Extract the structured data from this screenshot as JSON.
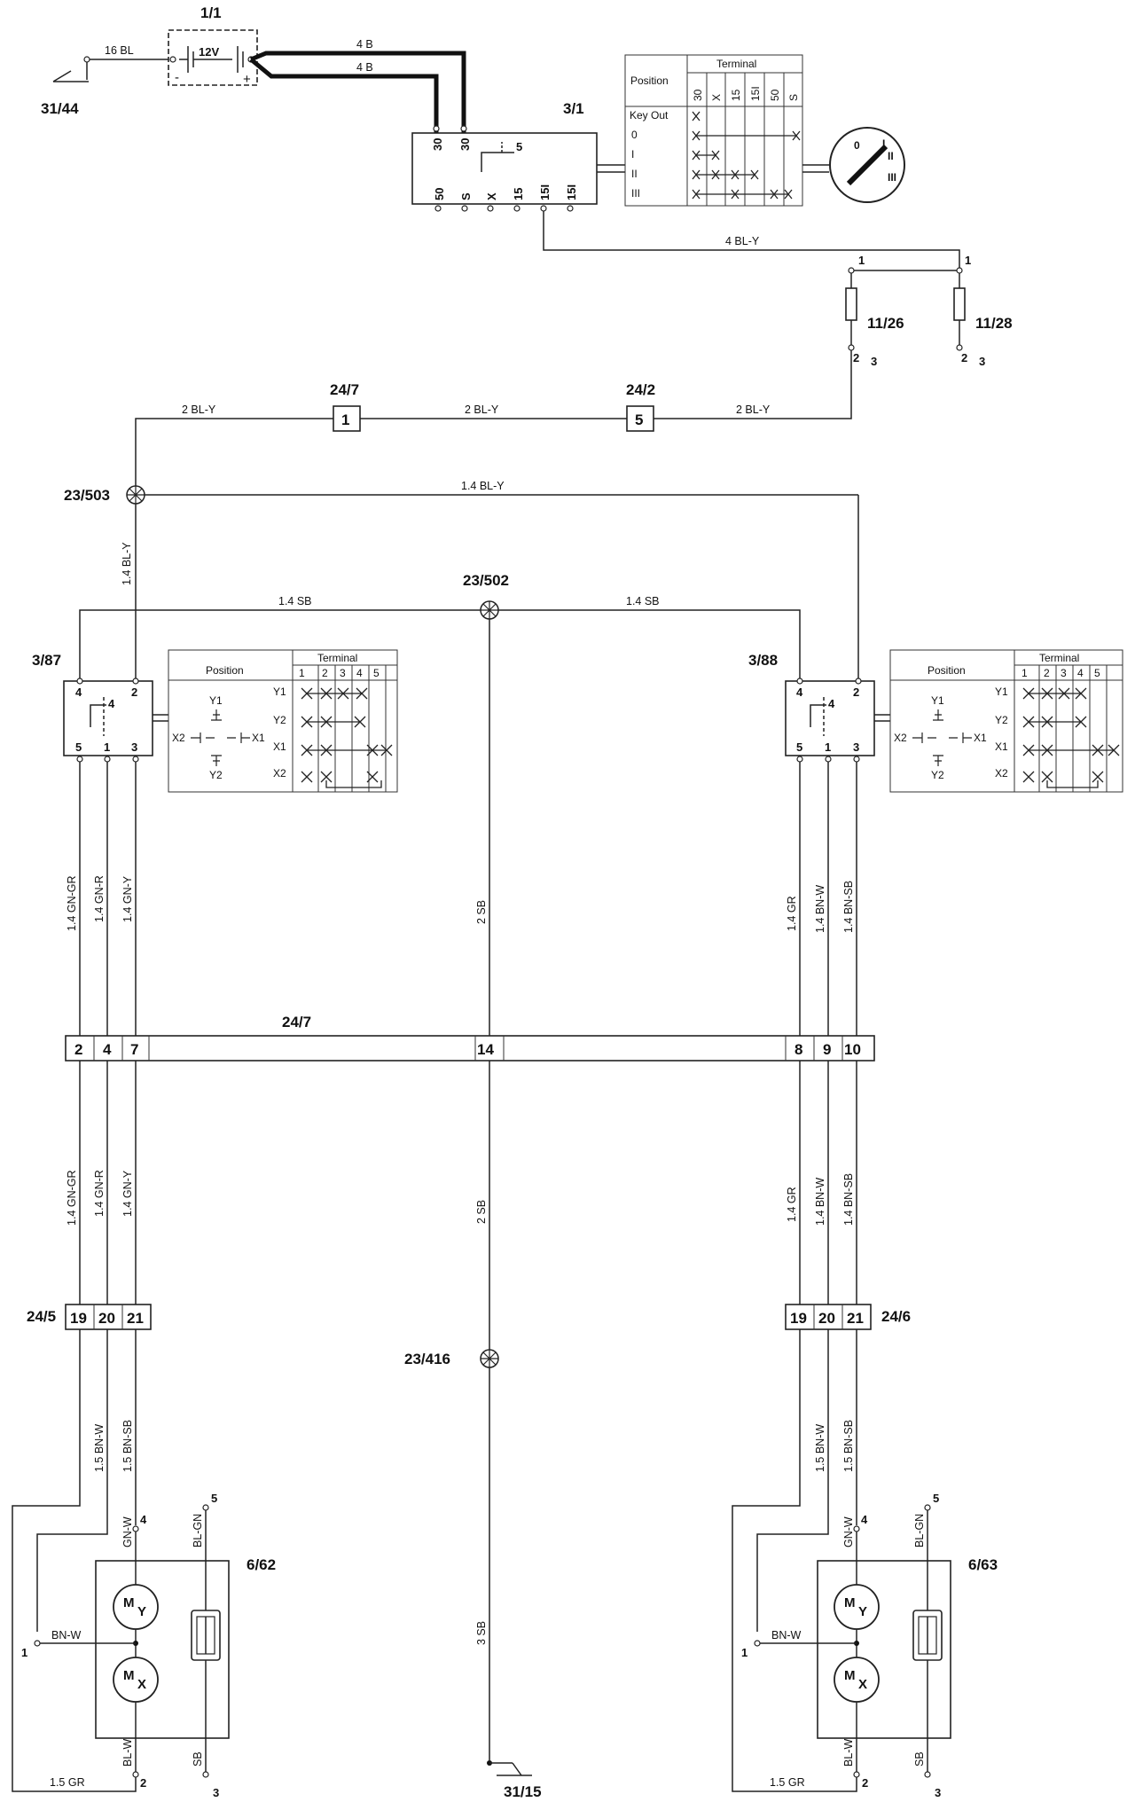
{
  "refs": {
    "battery": "1/1",
    "ground_top": "31/44",
    "ignition_switch": "3/1",
    "fuse_a": "11/26",
    "fuse_b": "11/28",
    "conn_24_7_top": "24/7",
    "conn_24_2": "24/2",
    "splice_503": "23/503",
    "splice_502": "23/502",
    "switch_left": "3/87",
    "switch_right": "3/88",
    "conn_24_7_bar": "24/7",
    "conn_24_5": "24/5",
    "conn_24_6": "24/6",
    "splice_416": "23/416",
    "mirror_left": "6/62",
    "mirror_right": "6/63",
    "ground_bottom": "31/15"
  },
  "battery": {
    "voltage": "12V",
    "minus": "-",
    "plus": "+"
  },
  "wires": {
    "w_16bl": "16 BL",
    "w_4b_a": "4 B",
    "w_4b_b": "4 B",
    "w_4bly": "4 BL-Y",
    "w_2bly_a": "2 BL-Y",
    "w_2bly_b": "2 BL-Y",
    "w_2bly_c": "2 BL-Y",
    "w_14bly_h": "1.4 BL-Y",
    "w_14bly_v": "1.4 BL-Y",
    "w_14sb_l": "1.4 SB",
    "w_14sb_r": "1.4 SB",
    "l_gngr_u": "1.4 GN-GR",
    "l_gnr_u": "1.4 GN-R",
    "l_gny_u": "1.4 GN-Y",
    "c_2sb_u": "2 SB",
    "r_gr_u": "1.4 GR",
    "r_bnw_u": "1.4 BN-W",
    "r_bnsb_u": "1.4 BN-SB",
    "l_gngr_d": "1.4 GN-GR",
    "l_gnr_d": "1.4 GN-R",
    "l_gny_d": "1.4 GN-Y",
    "c_2sb_d": "2 SB",
    "r_gr_d": "1.4 GR",
    "r_bnw_d": "1.4 BN-W",
    "r_bnsb_d": "1.4 BN-SB",
    "l_15bnw": "1.5 BN-W",
    "l_15bnsb": "1.5 BN-SB",
    "r_15bnw": "1.5 BN-W",
    "r_15bnsb": "1.5 BN-SB",
    "c_3sb": "3 SB",
    "l_15gr": "1.5 GR",
    "r_15gr": "1.5 GR",
    "l_gnw": "GN-W",
    "l_blgn": "BL-GN",
    "l_bnw": "BN-W",
    "l_blw": "BL-W",
    "l_sb": "SB",
    "r_gnw": "GN-W",
    "r_blgn": "BL-GN",
    "r_bnw": "BN-W",
    "r_blw": "BL-W",
    "r_sb": "SB"
  },
  "ignition": {
    "top_pins": [
      "30",
      "30"
    ],
    "internal": "5",
    "bottom_pins": [
      "50",
      "S",
      "X",
      "15",
      "15I",
      "15I"
    ],
    "table": {
      "position_header": "Position",
      "terminal_header": "Terminal",
      "terminals": [
        "30",
        "X",
        "15",
        "15I",
        "50",
        "S"
      ],
      "rows": [
        "Key Out",
        "0",
        "I",
        "II",
        "III"
      ]
    },
    "key_positions": [
      "0",
      "I",
      "II",
      "III"
    ]
  },
  "fuses": {
    "a_pins": [
      "1",
      "2",
      "3"
    ],
    "b_pins": [
      "1",
      "2",
      "3"
    ]
  },
  "connector_numbers": {
    "c24_7_top": "1",
    "c24_2": "5",
    "bar": [
      "2",
      "4",
      "7",
      "14",
      "8",
      "9",
      "10"
    ],
    "c24_5": [
      "19",
      "20",
      "21"
    ],
    "c24_6": [
      "19",
      "20",
      "21"
    ]
  },
  "mirror_switch": {
    "pins_top": [
      "4",
      "2"
    ],
    "internal": "4",
    "pins_bottom": [
      "5",
      "1",
      "3"
    ],
    "table": {
      "position_header": "Position",
      "terminal_header": "Terminal",
      "terminals": [
        "1",
        "2",
        "3",
        "4",
        "5"
      ],
      "rows": [
        "Y1",
        "Y2",
        "X1",
        "X2"
      ]
    },
    "symbol": {
      "y1": "Y1",
      "y2": "Y2",
      "x1": "X1",
      "x2": "X2"
    }
  },
  "mirror": {
    "motor_y": {
      "m": "M",
      "axis": "Y"
    },
    "motor_x": {
      "m": "M",
      "axis": "X"
    },
    "pins": {
      "p1": "1",
      "p2": "2",
      "p3": "3",
      "p4": "4",
      "p5": "5"
    }
  }
}
